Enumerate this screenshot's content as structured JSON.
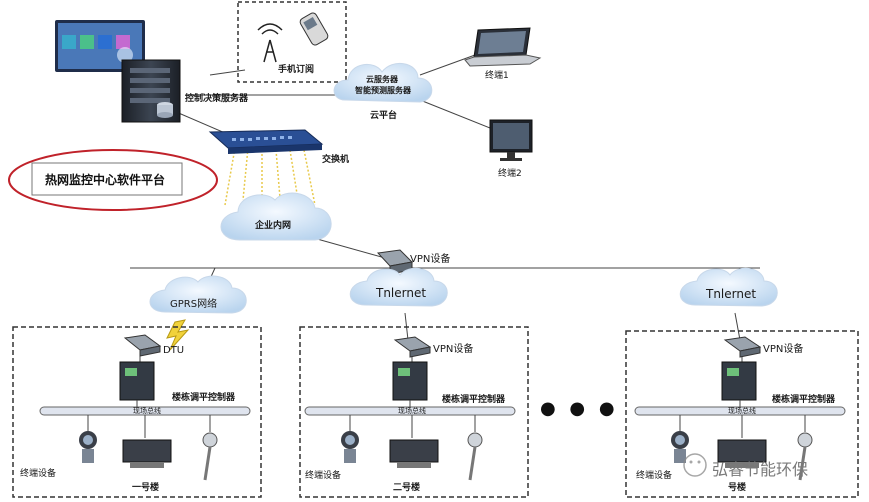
{
  "labels": {
    "mobile_sub": "手机订阅",
    "control_server": "控制决策服务器",
    "platform_title": "热网监控中心软件平台",
    "switch": "交换机",
    "cloud_server_1": "云服务器",
    "cloud_server_2": "智能预测服务器",
    "cloud_platform": "云平台",
    "terminal1": "终端1",
    "terminal2": "终端2",
    "intranet": "企业内网",
    "vpn_top": "VPN设备",
    "gprs": "GPRS网络",
    "internet1": "Tnlernet",
    "internet2": "Tnlernet",
    "dtu": "DTU",
    "vpn_b2": "VPN设备",
    "vpn_b3": "VPN设备",
    "controller1": "楼栋调平控制器",
    "controller2": "楼栋调平控制器",
    "controller3": "楼栋调平控制器",
    "bus1": "现场总线",
    "bus2": "现场总线",
    "bus3": "现场总线",
    "terminal_dev1": "终端设备",
    "terminal_dev2": "终端设备",
    "terminal_dev3": "终端设备",
    "bld1": "一号楼",
    "bld2": "二号楼",
    "bld3": "号楼",
    "ellipsis": "● ● ●",
    "watermark": "弘睿节能环保"
  },
  "colors": {
    "ellipse_red": "#c0222a",
    "cloud_fill": "#d4e6f5",
    "switch_blue": "#2a4f95",
    "yellow_link": "#e8c94a",
    "bus_fill": "#dfe4ee",
    "device_dark": "#333a44"
  }
}
